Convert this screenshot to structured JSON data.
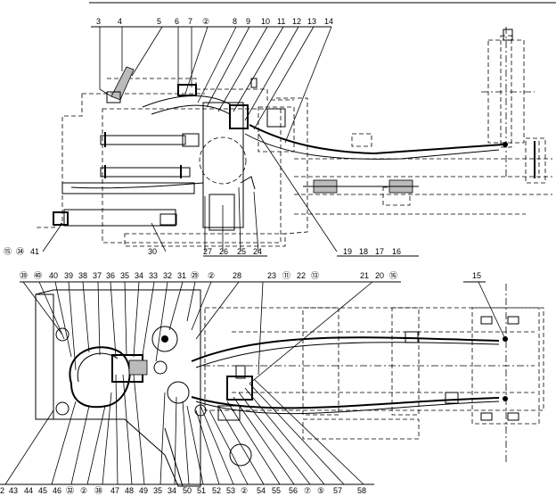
{
  "upper_view": {
    "top_labels": [
      "3",
      "4",
      "5",
      "6",
      "7",
      "②",
      "8",
      "9",
      "10",
      "11",
      "12",
      "13",
      "14"
    ],
    "bottom_labels": [
      "19",
      "18",
      "17",
      "16",
      "27",
      "26",
      "25",
      "24",
      "30",
      "⑮",
      "㉞",
      "41"
    ]
  },
  "lower_view": {
    "top_labels": [
      "㊴",
      "㊵",
      "40",
      "39",
      "38",
      "37",
      "36",
      "35",
      "34",
      "33",
      "32",
      "31",
      "㉙",
      "②",
      "28",
      "23",
      "⑪",
      "22",
      "⑬",
      "21",
      "20",
      "⑯",
      "15"
    ],
    "bottom_labels": [
      "2",
      "43",
      "44",
      "45",
      "46",
      "㉜",
      "②",
      "㊳",
      "47",
      "48",
      "49",
      "35",
      "34",
      "50",
      "51",
      "52",
      "53",
      "②",
      "54",
      "55",
      "56",
      "⑦",
      "⑤",
      "57",
      "58"
    ]
  }
}
